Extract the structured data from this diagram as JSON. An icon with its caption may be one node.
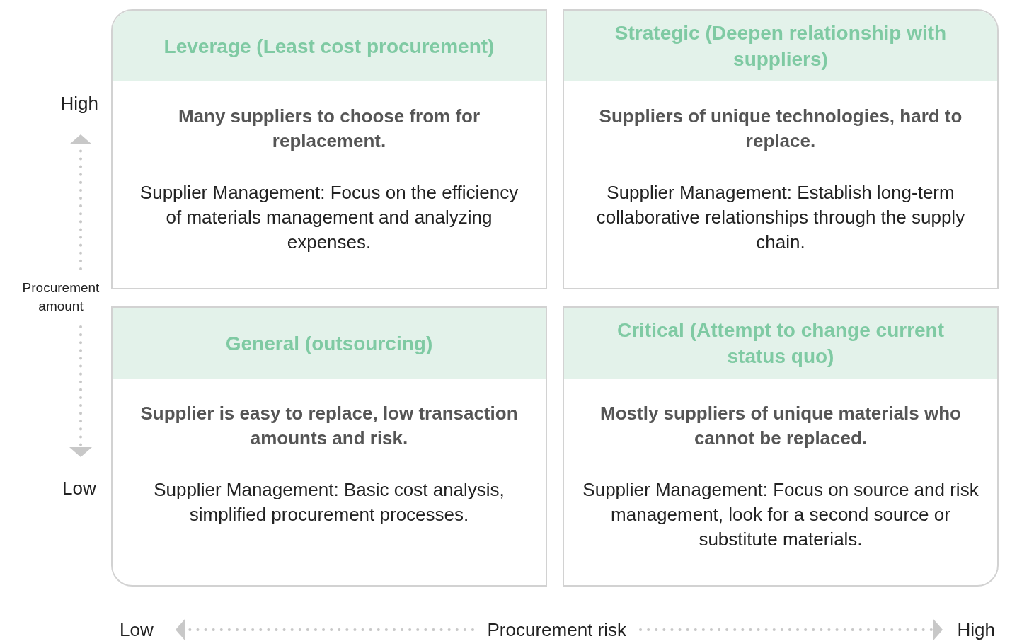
{
  "diagram": {
    "nodes": [
      {
        "text": [
          "Leverage (Least cost procurement)",
          "Many suppliers to choose from for replacement.",
          "Supplier Management: Focus on the efficiency of materials management and analyzing expenses."
        ]
      },
      {
        "text": [
          "Strategic (Deepen relationship with suppliers)",
          "Suppliers of unique technologies, hard to replace.",
          "Supplier Management: Establish long-term collaborative relationships through the supply chain."
        ]
      },
      {
        "text": [
          "General (outsourcing)",
          "Supplier is easy to replace, low transaction amounts and risk.",
          "Supplier Management: Basic cost analysis, simplified procurement processes."
        ]
      },
      {
        "text": [
          "Critical (Attempt to change current status quo)",
          "Mostly suppliers of unique materials who cannot be replaced.",
          "Supplier Management: Focus on source and risk management, look for a second source or substitute materials."
        ]
      }
    ],
    "labels": [
      "High",
      "Procurement amount",
      "Low",
      "Low",
      "Procurement risk",
      "High"
    ]
  }
}
